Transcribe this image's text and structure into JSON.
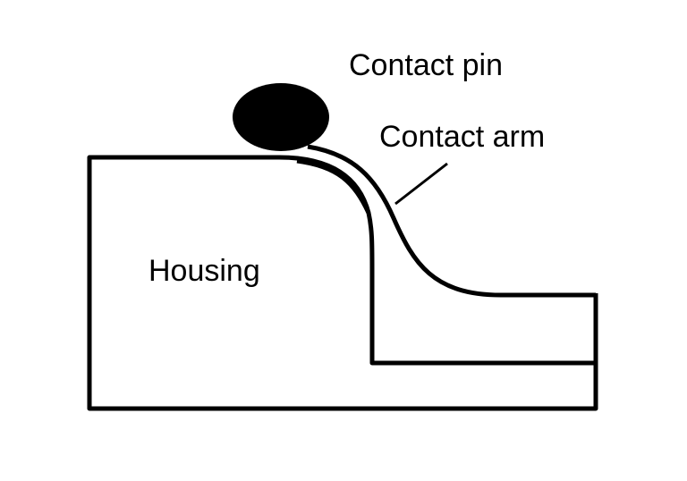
{
  "labels": {
    "contact_pin": "Contact pin",
    "contact_arm": "Contact arm",
    "housing": "Housing"
  },
  "colors": {
    "stroke": "#000000",
    "background": "#ffffff",
    "pin_fill": "#000000"
  }
}
